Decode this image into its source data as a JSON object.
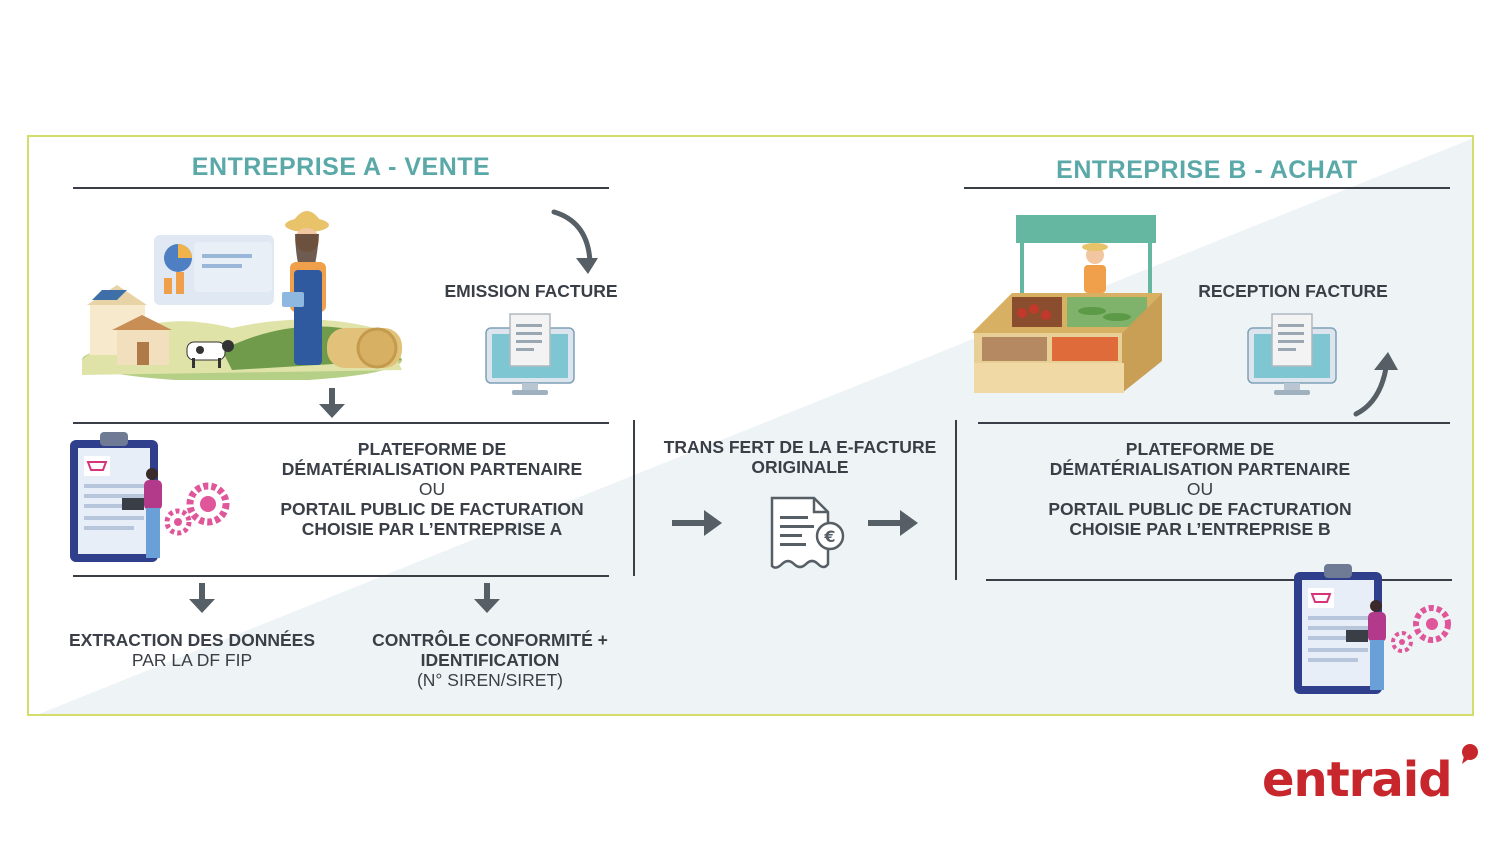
{
  "colors": {
    "frame": "#d4dc6a",
    "title": "#5aa9a8",
    "text": "#3a3f47",
    "brand": "#c8262d",
    "diagonal_bg": "#eef4f6"
  },
  "company_a": {
    "title": "ENTREPRISE A - VENTE",
    "emission": "EMISSION FACTURE",
    "platform_line1": "PLATEFORME DE",
    "platform_line2": "DÉMATÉRIALISATION PARTENAIRE",
    "or": "OU",
    "portal_line1": "PORTAIL PUBLIC DE FACTURATION",
    "portal_line2": "CHOISIE PAR L’ENTREPRISE A",
    "extraction_line1": "EXTRACTION DES DONNÉES",
    "extraction_line2": "PAR LA DF FIP",
    "control_line1": "CONTRÔLE CONFORMITÉ +",
    "control_line2": "IDENTIFICATION",
    "control_line3": "(N° SIREN/SIRET)"
  },
  "transfer": {
    "line1": "TRANS FERT DE LA E-FACTURE",
    "line2": "ORIGINALE",
    "currency_symbol": "€"
  },
  "company_b": {
    "title": "ENTREPRISE B - ACHAT",
    "reception": "RECEPTION FACTURE",
    "platform_line1": "PLATEFORME DE",
    "platform_line2": "DÉMATÉRIALISATION PARTENAIRE",
    "or": "OU",
    "portal_line1": "PORTAIL PUBLIC DE FACTURATION",
    "portal_line2": "CHOISIE PAR L’ENTREPRISE B"
  },
  "logo": {
    "text": "entraid"
  },
  "icons": [
    "farm-illustration",
    "market-stall-illustration",
    "computer-invoice-icon",
    "clipboard-person-icon",
    "gear-icon",
    "invoice-euro-icon",
    "arrow-icon"
  ]
}
